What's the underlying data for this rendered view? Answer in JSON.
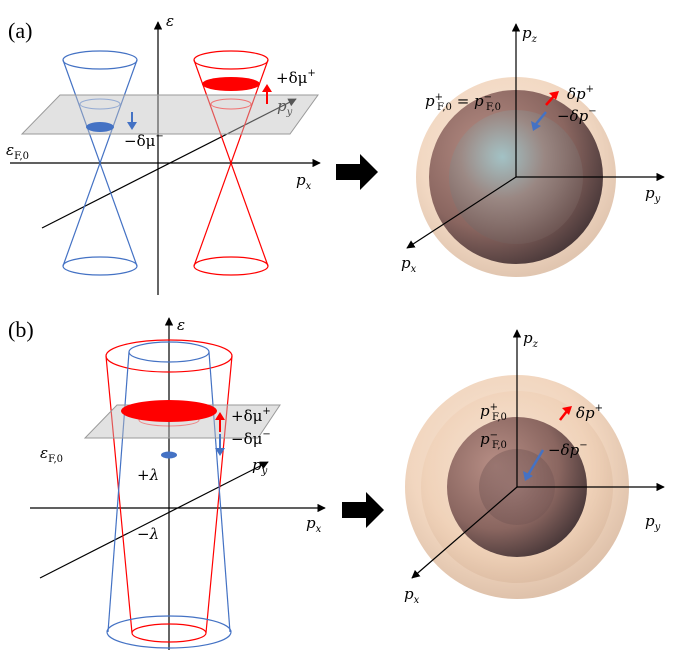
{
  "panels": [
    {
      "label": "(a)",
      "energy_axis": "ε",
      "fermi_level": "ε",
      "fermi_level_sub": "F,0",
      "shift_up": "+δμ",
      "shift_up_sup": "+",
      "shift_down": "−δμ",
      "shift_down_sup": "−",
      "px": "p",
      "px_sub": "x",
      "py": "p",
      "py_sub": "y",
      "pz": "p",
      "pz_sub": "z",
      "sphere_label": "p",
      "dp_plus": "δp",
      "dp_plus_sup": "+",
      "dp_minus": "−δp",
      "dp_minus_sup": "−"
    },
    {
      "label": "(b)",
      "energy_axis": "ε",
      "fermi_level": "ε",
      "fermi_level_sub": "F,0",
      "shift_up": "+δμ",
      "shift_up_sup": "+",
      "shift_down": "−δμ",
      "shift_down_sup": "−",
      "plus_lambda": "+λ",
      "minus_lambda": "−λ",
      "px": "p",
      "px_sub": "x",
      "py": "p",
      "py_sub": "y",
      "pz": "p",
      "pz_sub": "z",
      "sphere_label_plus": "p",
      "sphere_label_minus": "p",
      "dp_plus": "δp",
      "dp_plus_sup": "+",
      "dp_minus": "−δp",
      "dp_minus_sup": "−"
    }
  ],
  "colors": {
    "red": "#ff0000",
    "blue": "#4472c4",
    "plane": "#bfbfbf"
  }
}
